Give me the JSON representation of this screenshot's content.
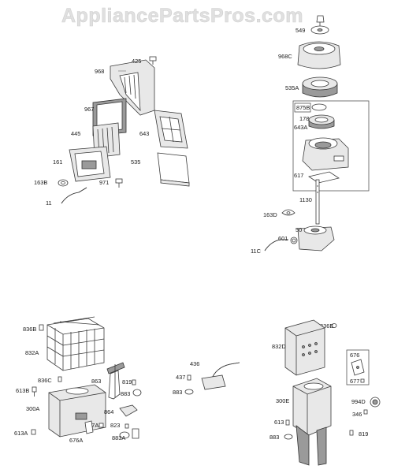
{
  "watermark": "AppliancePartsPros.com",
  "labels": {
    "l968": "968",
    "l425": "425",
    "l967": "967",
    "l445": "445",
    "l643a": "643",
    "l535": "535",
    "l161": "161",
    "l163b": "163B",
    "l971": "971",
    "l11": "11",
    "l549": "549",
    "l968c": "968C",
    "l535a": "535A",
    "l875b": "875B",
    "l178": "178",
    "l643a2": "643A",
    "l617": "617",
    "l1130": "1130",
    "l163d": "163D",
    "l50": "50",
    "l601": "601",
    "l11c": "11C",
    "l836b": "836B",
    "l832a": "832A",
    "l836c": "836C",
    "l613b": "613B",
    "l300a": "300A",
    "l613a": "613A",
    "l676a": "676A",
    "l863": "863",
    "l819a": "819",
    "l883a": "883",
    "l864": "864",
    "l677a": "677A",
    "l823": "823",
    "l883a2": "883A",
    "l436": "436",
    "l437": "437",
    "l883b": "883",
    "l836e": "836E",
    "l832d": "832D",
    "l676": "676",
    "l677": "677",
    "l300e": "300E",
    "l994d": "994D",
    "l346": "346",
    "l613": "613",
    "l883c": "883",
    "l819b": "819"
  }
}
